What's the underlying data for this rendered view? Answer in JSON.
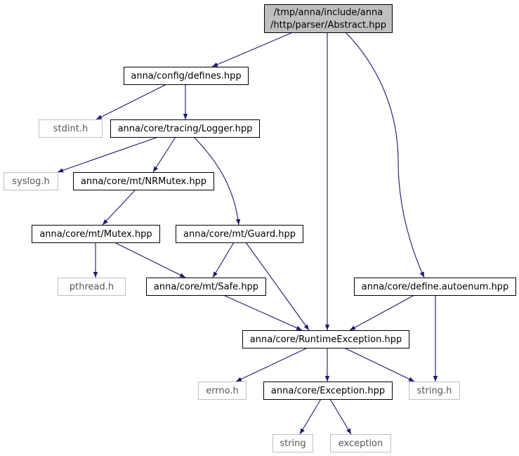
{
  "colors": {
    "edge": "#191970",
    "root_fill": "#bfbfbf",
    "node_border": "#000000",
    "external_border": "#bfbfbf",
    "text": "#000000",
    "external_text": "#555555"
  },
  "nodes": {
    "abstract": {
      "lines": [
        "/tmp/anna/include/anna",
        "/http/parser/Abstract.hpp"
      ],
      "kind": "root"
    },
    "defines": {
      "lines": [
        "anna/config/defines.hpp"
      ],
      "kind": "file"
    },
    "stdint": {
      "lines": [
        "stdint.h"
      ],
      "kind": "external"
    },
    "logger": {
      "lines": [
        "anna/core/tracing/Logger.hpp"
      ],
      "kind": "file"
    },
    "syslog": {
      "lines": [
        "syslog.h"
      ],
      "kind": "external"
    },
    "nrmutex": {
      "lines": [
        "anna/core/mt/NRMutex.hpp"
      ],
      "kind": "file"
    },
    "mutex": {
      "lines": [
        "anna/core/mt/Mutex.hpp"
      ],
      "kind": "file"
    },
    "guard": {
      "lines": [
        "anna/core/mt/Guard.hpp"
      ],
      "kind": "file"
    },
    "pthread": {
      "lines": [
        "pthread.h"
      ],
      "kind": "external"
    },
    "safe": {
      "lines": [
        "anna/core/mt/Safe.hpp"
      ],
      "kind": "file"
    },
    "autoenum": {
      "lines": [
        "anna/core/define.autoenum.hpp"
      ],
      "kind": "file"
    },
    "runtime": {
      "lines": [
        "anna/core/RuntimeException.hpp"
      ],
      "kind": "file"
    },
    "errno": {
      "lines": [
        "errno.h"
      ],
      "kind": "external"
    },
    "exception_hpp": {
      "lines": [
        "anna/core/Exception.hpp"
      ],
      "kind": "file"
    },
    "stringh": {
      "lines": [
        "string.h"
      ],
      "kind": "external"
    },
    "string": {
      "lines": [
        "string"
      ],
      "kind": "external"
    },
    "exception": {
      "lines": [
        "exception"
      ],
      "kind": "external"
    }
  },
  "edges": [
    [
      "abstract",
      "defines"
    ],
    [
      "abstract",
      "runtime"
    ],
    [
      "abstract",
      "autoenum"
    ],
    [
      "defines",
      "stdint"
    ],
    [
      "defines",
      "logger"
    ],
    [
      "logger",
      "syslog"
    ],
    [
      "logger",
      "nrmutex"
    ],
    [
      "logger",
      "guard"
    ],
    [
      "nrmutex",
      "mutex"
    ],
    [
      "mutex",
      "pthread"
    ],
    [
      "mutex",
      "safe"
    ],
    [
      "guard",
      "safe"
    ],
    [
      "guard",
      "runtime"
    ],
    [
      "safe",
      "runtime"
    ],
    [
      "autoenum",
      "runtime"
    ],
    [
      "autoenum",
      "stringh"
    ],
    [
      "runtime",
      "errno"
    ],
    [
      "runtime",
      "exception_hpp"
    ],
    [
      "runtime",
      "stringh"
    ],
    [
      "exception_hpp",
      "string"
    ],
    [
      "exception_hpp",
      "exception"
    ]
  ]
}
